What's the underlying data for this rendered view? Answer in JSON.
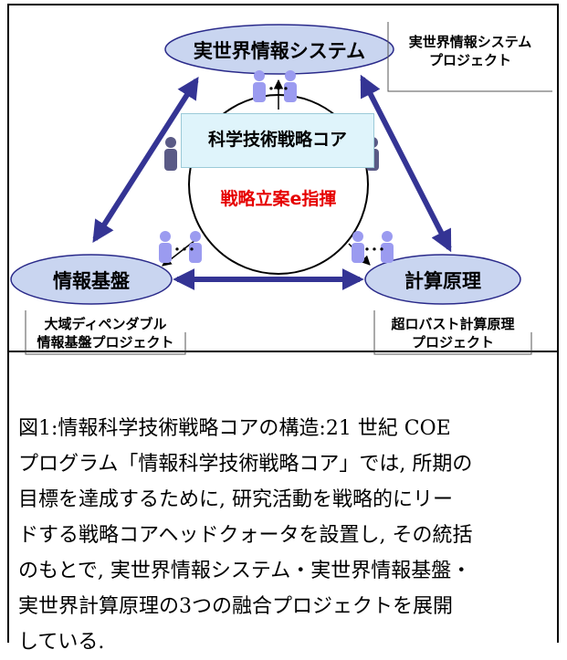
{
  "diagram": {
    "top_node": "実世界情報システム",
    "left_node": "情報基盤",
    "right_node": "計算原理",
    "core_title": "科学技術戦略コア",
    "core_command": "戦略立案e指揮",
    "projects": {
      "top_right": [
        "実世界情報システム",
        "プロジェクト"
      ],
      "bottom_left": [
        "大域ディペンダブル",
        "情報基盤プロジェクト"
      ],
      "bottom_right": [
        "超ロバスト計算原理",
        "プロジェクト"
      ]
    },
    "colors": {
      "oval_fill": "#c9d5f0",
      "oval_stroke": "#2a2a8a",
      "arrow": "#343494",
      "core_fill": "#dff4fb",
      "person_light": "#9b9bf0",
      "person_dark": "#5a5a86",
      "command_text": "#e60000"
    }
  },
  "caption": {
    "lines": [
      "図1:情報科学技術戦略コアの構造:21 世紀 COE",
      "プログラム「情報科学技術戦略コア」では, 所期の",
      "目標を達成するために, 研究活動を戦略的にリー",
      "ドする戦略コアヘッドクォータを設置し, その統括",
      "のもとで, 実世界情報システム・実世界情報基盤・",
      "実世界計算原理の3つの融合プロジェクトを展開",
      "している."
    ]
  }
}
